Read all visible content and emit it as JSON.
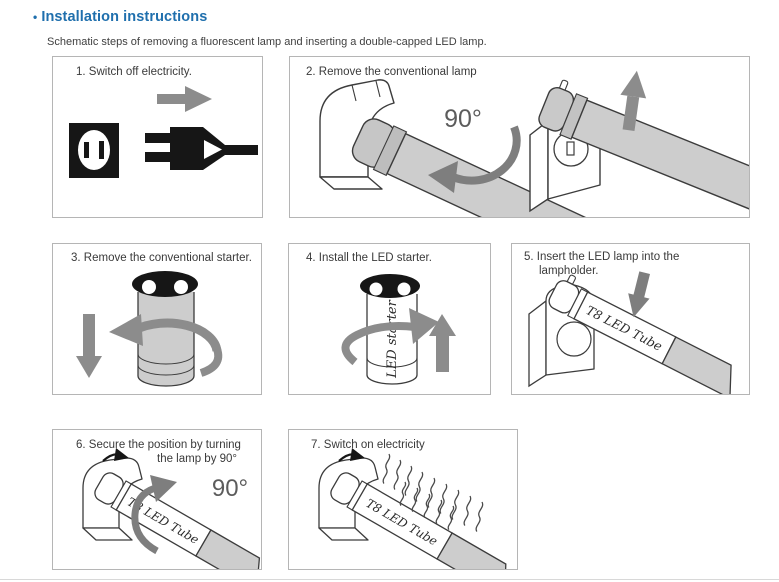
{
  "header": {
    "bullet": "•",
    "title": "Installation instructions",
    "subtitle": "Schematic steps of removing a fluorescent lamp and inserting a double-capped LED lamp."
  },
  "steps": {
    "step1": {
      "label": "1. Switch off electricity."
    },
    "step2": {
      "label": "2. Remove the conventional lamp",
      "rotation_annotation": "90°"
    },
    "step3": {
      "label": "3. Remove the conventional starter."
    },
    "step4": {
      "label": "4. Install the LED starter.",
      "starter_label": "LED starter"
    },
    "step5": {
      "label_line1": "5. Insert the LED lamp into the",
      "label_line2": "lampholder.",
      "tube_label": "T8 LED Tube"
    },
    "step6": {
      "label_line1": "6. Secure the position by turning",
      "label_line2": "the lamp by 90°",
      "rotation_annotation": "90°",
      "tube_label": "T8 LED Tube"
    },
    "step7": {
      "label": "7. Switch on electricity",
      "tube_label": "T8 LED Tube"
    }
  },
  "colors": {
    "accent_blue": "#1f6fad",
    "body_text": "#3f3f3f",
    "panel_border": "#b5b5b5",
    "diagram_outline": "#3c3c3c",
    "tube_gray": "#cdcdcd",
    "arrow_gray": "#8c8c8c",
    "icon_black": "#161616",
    "annotation_gray": "#5c5c5c"
  }
}
